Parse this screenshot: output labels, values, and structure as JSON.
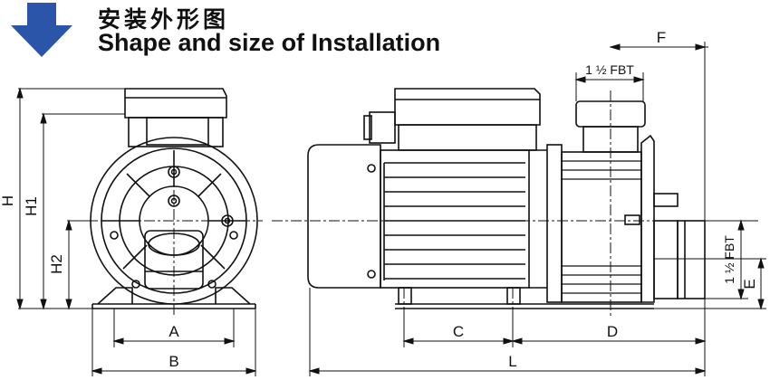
{
  "header": {
    "title_cn": "安装外形图",
    "title_en": "Shape and size of Installation",
    "icon": "down-arrow-icon",
    "icon_color": "#2a55a8"
  },
  "dimensions": {
    "H": "H",
    "H1": "H1",
    "H2": "H2",
    "A": "A",
    "B": "B",
    "C": "C",
    "D": "D",
    "E": "E",
    "F": "F",
    "L": "L"
  },
  "ports": {
    "outlet": "1 ½ FBT",
    "inlet": "1 ½ FBT"
  }
}
